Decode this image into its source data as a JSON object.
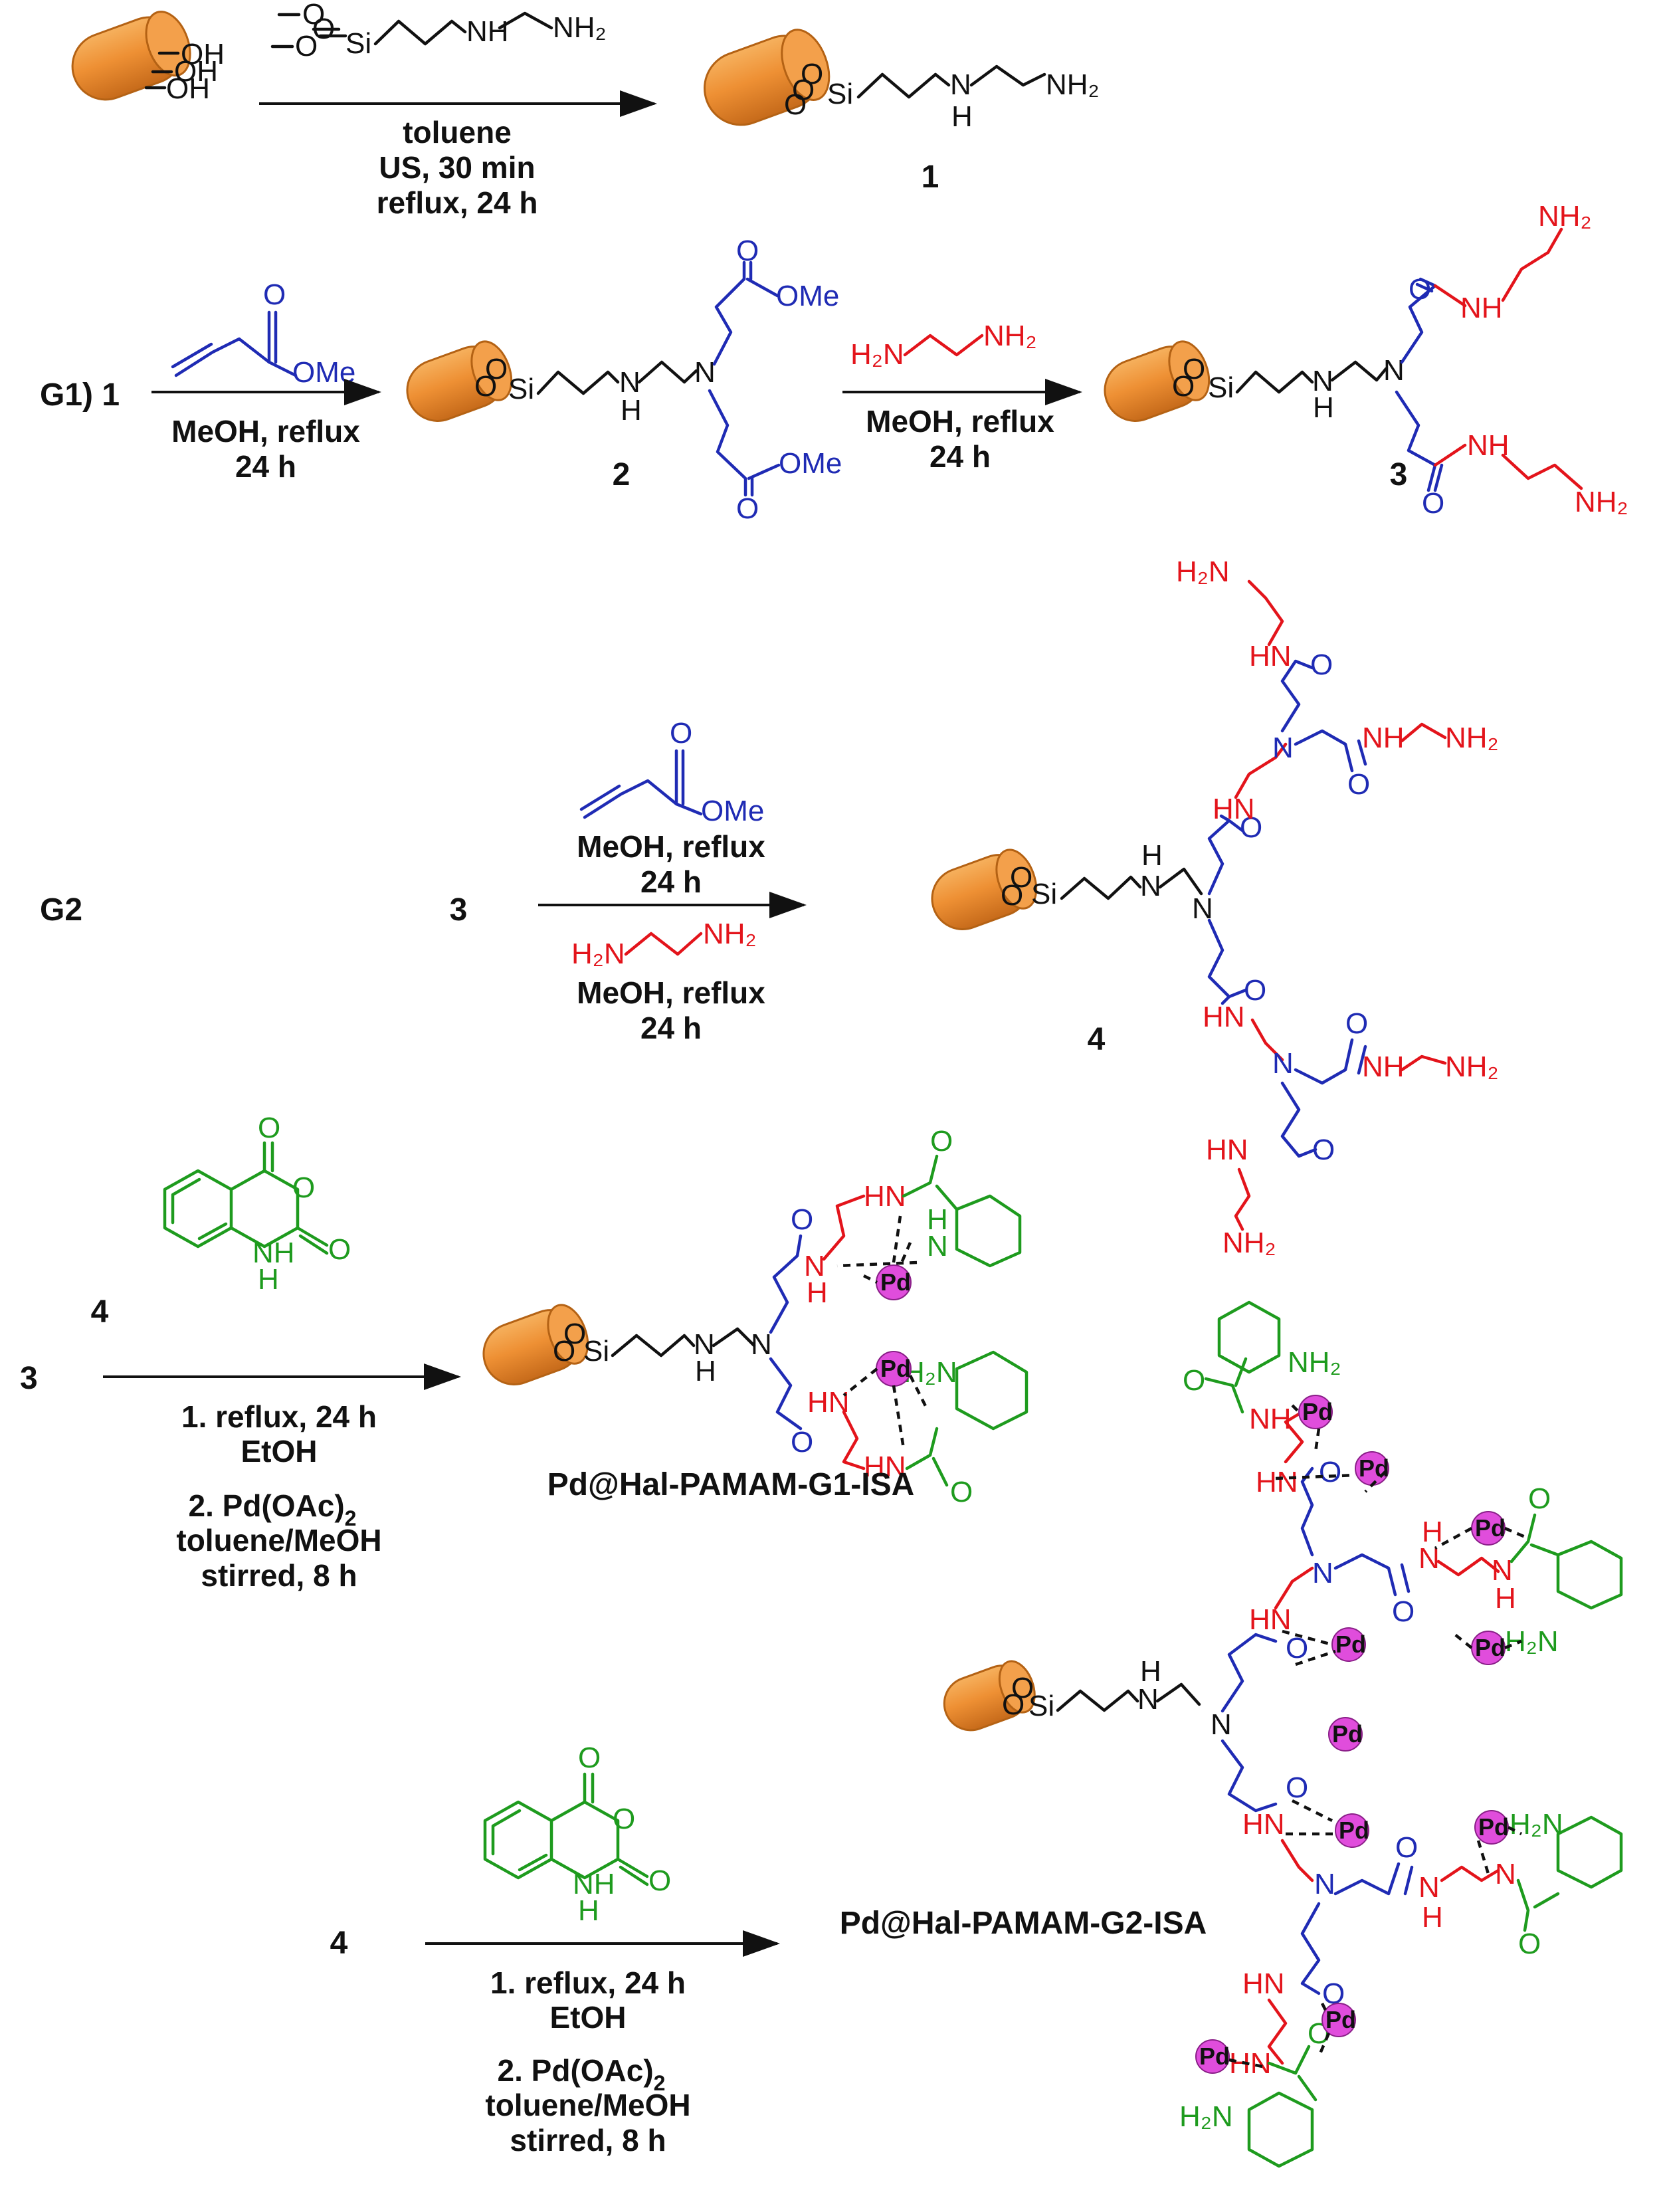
{
  "colors": {
    "black": "#111111",
    "blue": "#1f2bb4",
    "red": "#e3141b",
    "green": "#1e9b1e",
    "halloysite": "#f0963a",
    "pd": "#e04ddc"
  },
  "step1": {
    "reagent_label": "NH",
    "conditions": [
      "toluene",
      "US, 30 min",
      "reflux, 24 h"
    ],
    "product_number": "1",
    "sm_labels": [
      "OH",
      "OH",
      "OH"
    ]
  },
  "g1": {
    "row_label": "G1) 1",
    "reagent_label": "OMe",
    "conditions1": [
      "MeOH, reflux",
      "24 h"
    ],
    "product2_number": "2",
    "ester_labels": [
      "OMe",
      "OMe"
    ],
    "diamine_labels": [
      "H₂N",
      "NH₂"
    ],
    "conditions2": [
      "MeOH, reflux",
      "24 h"
    ],
    "product3_number": "3"
  },
  "g2": {
    "row_label": "G2",
    "start": "3",
    "reagent1_label": "OMe",
    "conditions1": [
      "MeOH, reflux",
      "24 h"
    ],
    "reagent2_labels": [
      "H₂N",
      "NH₂"
    ],
    "conditions2": [
      "MeOH, reflux",
      "24 h"
    ],
    "product_number": "4"
  },
  "isa1": {
    "row_start": "3",
    "reagent_number": "4",
    "conditions": [
      "1. reflux, 24 h",
      "EtOH",
      "2. Pd(OAc)",
      "toluene/MeOH",
      "stirred, 8 h"
    ],
    "subscript": "2",
    "product_name": "Pd@Hal-PAMAM-G1-ISA"
  },
  "isa2": {
    "row_start": "4",
    "conditions": [
      "1. reflux, 24 h",
      "EtOH",
      "2. Pd(OAc)",
      "toluene/MeOH",
      "stirred, 8 h"
    ],
    "subscript": "2",
    "product_name": "Pd@Hal-PAMAM-G2-ISA"
  },
  "atoms": {
    "si": "Si",
    "o": "O",
    "n": "N",
    "h": "H",
    "nh": "NH",
    "hn": "HN",
    "nh2": "NH₂",
    "h2n": "H₂N",
    "pd": "Pd",
    "ome": "OMe"
  }
}
